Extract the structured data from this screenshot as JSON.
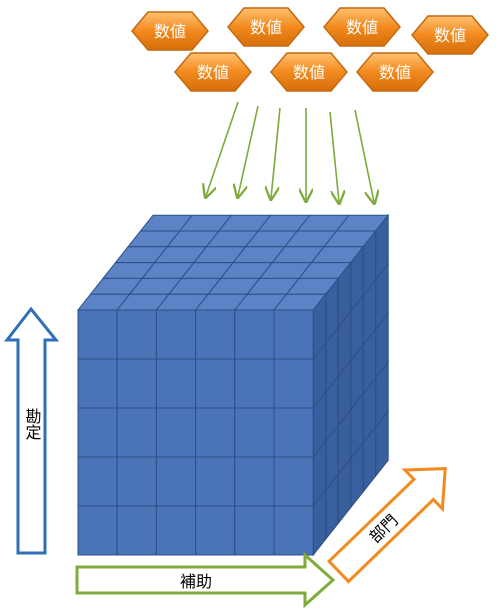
{
  "data_values": [
    {
      "label": "数値"
    },
    {
      "label": "数値"
    },
    {
      "label": "数値"
    },
    {
      "label": "数値"
    },
    {
      "label": "数値"
    },
    {
      "label": "数値"
    },
    {
      "label": "数値"
    }
  ],
  "axes": {
    "vertical": {
      "label": "勘定"
    },
    "horizontal": {
      "label": "補助"
    },
    "depth": {
      "label": "部門"
    }
  },
  "colors": {
    "hexagon_fill": "#f28a1e",
    "hexagon_stroke": "#c46a10",
    "cube_front": "#4a73b8",
    "cube_top": "#5b83c6",
    "cube_side": "#3a5f9e",
    "cube_edge": "#2c4f86",
    "arrow_green": "#7faa3c",
    "arrow_blue": "#2f6fb5",
    "arrow_orange": "#f28a1e"
  }
}
